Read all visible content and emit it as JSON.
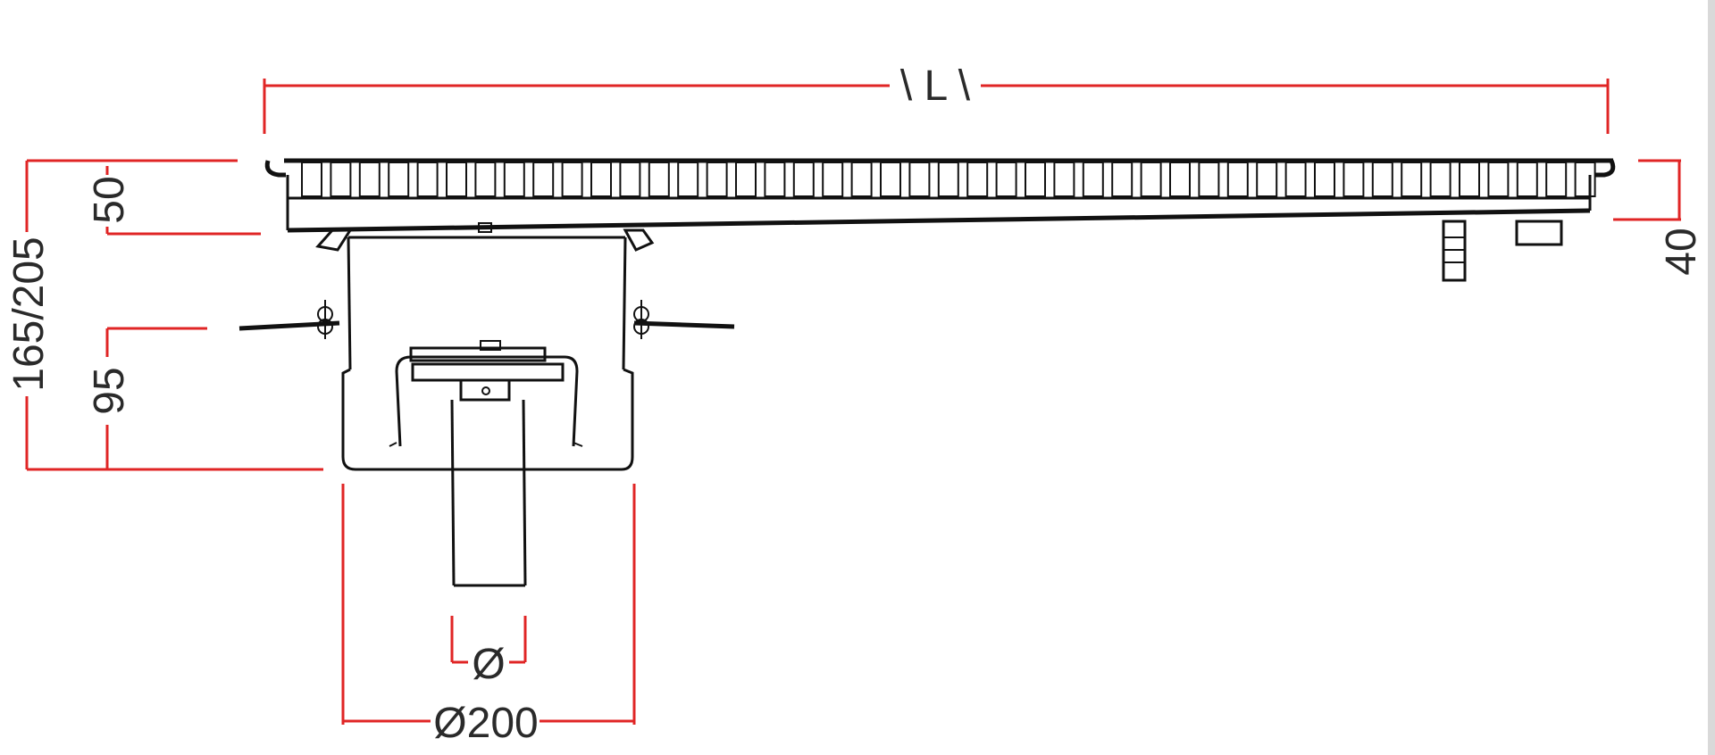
{
  "dimensions": {
    "length": "\\ L \\",
    "total_height": "165/205",
    "grate_depth": "50",
    "body_height": "95",
    "side_height": "40",
    "outlet_diameter": "Ø",
    "flange_diameter": "Ø200"
  },
  "colors": {
    "dimension_line": "#e02525",
    "outline": "#111111",
    "background": "#ffffff"
  }
}
